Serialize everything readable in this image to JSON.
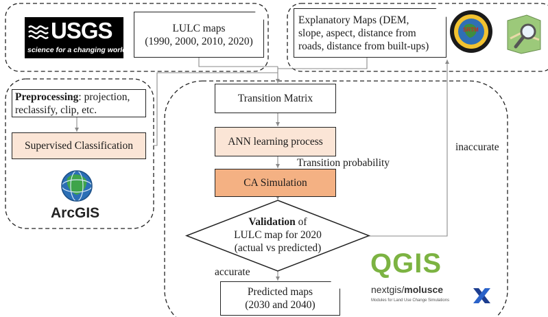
{
  "inputs": {
    "usgs_logo": {
      "wordmark": "USGS",
      "tagline": "science for a changing world"
    },
    "lulc_maps": {
      "line1": "LULC maps",
      "line2": "(1990, 2000, 2010, 2020)"
    },
    "explanatory_maps": {
      "line1": "Explanatory Maps (DEM,",
      "line2": "slope, aspect, distance from",
      "line3": "roads, distance from built-ups)"
    },
    "srtm_logo": {
      "text": "SRTM"
    }
  },
  "preprocessing": {
    "bold": "Preprocessing",
    "rest1": ": projection,",
    "line2": "reclassify, clip, etc.",
    "classification": "Supervised Classification",
    "arcgis_label": "ArcGIS"
  },
  "process": {
    "transition_matrix": "Transition Matrix",
    "ann": "ANN learning process",
    "transition_probability": "Transition probability",
    "ca_simulation": "CA Simulation",
    "validation_bold": "Validation",
    "validation_rest": " of",
    "validation_line2": "LULC map for 2020",
    "validation_line3": "(actual vs predicted)",
    "inaccurate": "inaccurate",
    "accurate": "accurate",
    "predicted_line1": "Predicted maps",
    "predicted_line2": "(2030 and 2040)"
  },
  "software": {
    "qgis": "QGIS",
    "molusce_prefix": "nextgis/",
    "molusce_bold": "molusce",
    "molusce_tagline": "Modules for Land Use Change Simulations"
  },
  "colors": {
    "light_fill": "#fbe5d6",
    "dark_fill": "#f4b183",
    "qgis_green": "#7cb342",
    "usgs_black": "#000000"
  }
}
